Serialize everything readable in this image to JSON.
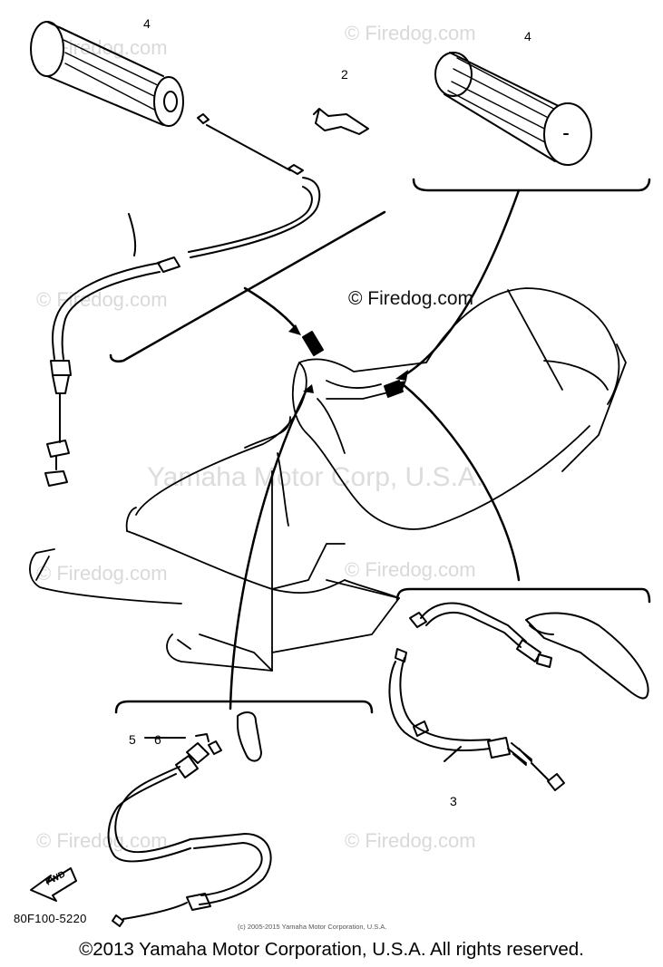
{
  "watermarks": {
    "repeat": "© Firedog.com",
    "center": "© Firedog.com",
    "corp": "Yamaha Motor Corp, U.S.A."
  },
  "callouts": {
    "grip_left": "4",
    "grip_right": "4",
    "clip": "2",
    "brake_cable": "3",
    "group": "5",
    "throttle": "6"
  },
  "direction_arrow": "FWD",
  "part_number": "80F100-5220",
  "small_copyright": "(c) 2005-2015 Yamaha Motor Corporation, U.S.A.",
  "footer_copyright": "©2013 Yamaha Motor Corporation, U.S.A. All rights reserved."
}
